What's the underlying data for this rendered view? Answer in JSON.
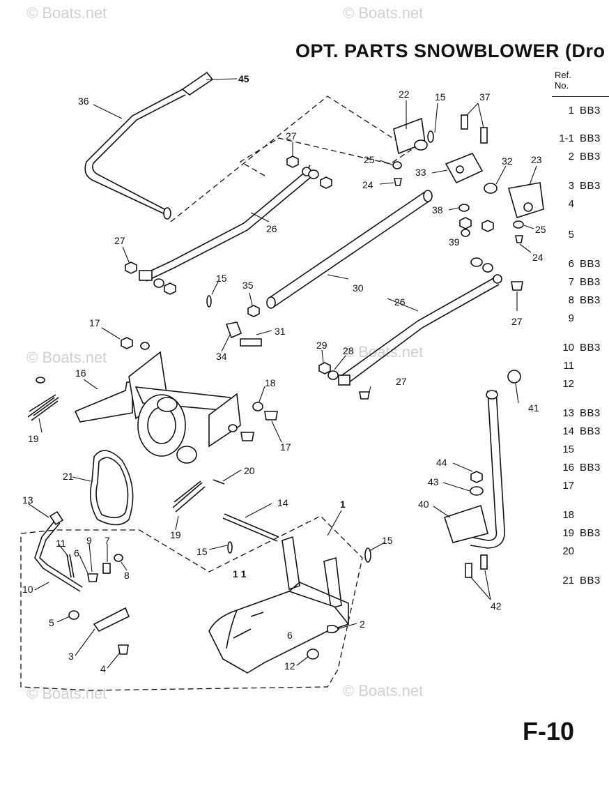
{
  "title": "OPT. PARTS SNOWBLOWER (Dro",
  "page_number": "F-10",
  "watermark": "© Boats.net",
  "ref_table": {
    "header_line1": "Ref.",
    "header_line2": "No.",
    "rows": [
      {
        "num": "1",
        "code": "BB3"
      },
      {
        "num": "1-1",
        "code": "BB3"
      },
      {
        "num": "2",
        "code": "BB3"
      },
      {
        "num": "3",
        "code": "BB3"
      },
      {
        "num": "4",
        "code": ""
      },
      {
        "num": "5",
        "code": ""
      },
      {
        "num": "6",
        "code": "BB3"
      },
      {
        "num": "7",
        "code": "BB3"
      },
      {
        "num": "8",
        "code": "BB3"
      },
      {
        "num": "9",
        "code": ""
      },
      {
        "num": "10",
        "code": "BB3"
      },
      {
        "num": "11",
        "code": ""
      },
      {
        "num": "12",
        "code": ""
      },
      {
        "num": "13",
        "code": "BB3"
      },
      {
        "num": "14",
        "code": "BB3"
      },
      {
        "num": "15",
        "code": ""
      },
      {
        "num": "16",
        "code": "BB3"
      },
      {
        "num": "17",
        "code": ""
      },
      {
        "num": "18",
        "code": ""
      },
      {
        "num": "19",
        "code": "BB3"
      },
      {
        "num": "20",
        "code": ""
      },
      {
        "num": "21",
        "code": "BB3"
      }
    ]
  },
  "callouts": {
    "c45": "45",
    "c36": "36",
    "c22": "22",
    "c15a": "15",
    "c37": "37",
    "c27a": "27",
    "c25a": "25",
    "c24a": "24",
    "c33": "33",
    "c32": "32",
    "c23": "23",
    "c38": "38",
    "c25b": "25",
    "c39": "39",
    "c24b": "24",
    "c26a": "26",
    "c27b": "27",
    "c15b": "15",
    "c35": "35",
    "c30": "30",
    "c26b": "26",
    "c27c": "27",
    "c31": "31",
    "c34": "34",
    "c17a": "17",
    "c29": "29",
    "c28": "28",
    "c27d": "27",
    "c16": "16",
    "c19a": "19",
    "c18": "18",
    "c17b": "17",
    "c41": "41",
    "c21": "21",
    "c20": "20",
    "c44": "44",
    "c43": "43",
    "c40": "40",
    "c13": "13",
    "c14": "14",
    "c1": "1",
    "c19b": "19",
    "c11": "11",
    "c9": "9",
    "c7": "7",
    "c6": "6",
    "c8": "8",
    "c15c": "15",
    "c1_1": "1 1",
    "c15d": "15",
    "c10": "10",
    "c2": "2",
    "c42": "42",
    "c5": "5",
    "c3": "3",
    "c6b": "6",
    "c12": "12",
    "c4": "4"
  }
}
